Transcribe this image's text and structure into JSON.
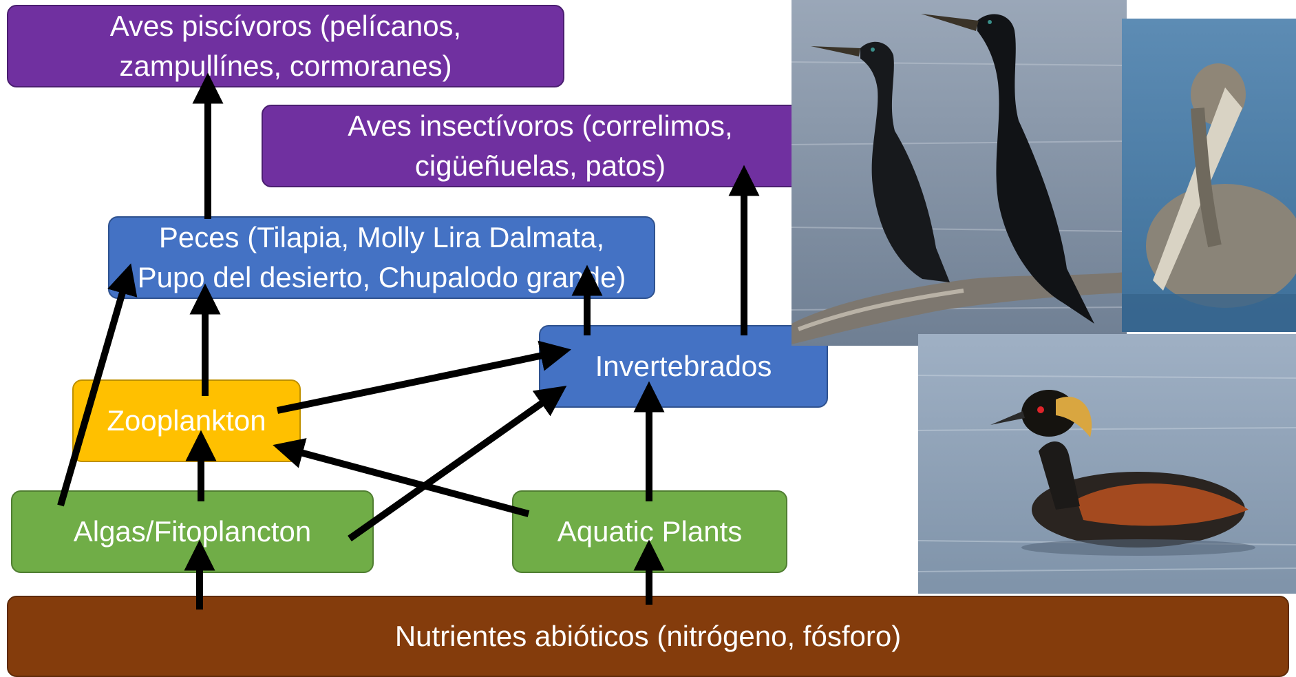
{
  "nodes": {
    "piscivores": "Aves piscívoros (pelícanos,\nzampullínes, cormoranes)",
    "insectivores": "Aves insectívoros (correlimos,\ncigüeñuelas, patos)",
    "fish": "Peces (Tilapia, Molly Lira Dalmata,\nPupo del desierto, Chupalodo grande)",
    "invertebrates": "Invertebrados",
    "zooplankton": "Zooplankton",
    "algae": "Algas/Fitoplancton",
    "aquatic_plants": "Aquatic Plants",
    "nutrients": "Nutrientes abióticos (nitrógeno, fósforo)"
  },
  "colors": {
    "consumer_birds": "#7030a0",
    "consumers": "#4472c4",
    "zooplankton": "#ffc000",
    "producers": "#70ad47",
    "abiotic": "#843c0c",
    "arrow": "#000000"
  },
  "photos": [
    {
      "name": "cormorants-photo"
    },
    {
      "name": "pelican-photo"
    },
    {
      "name": "grebe-photo"
    }
  ]
}
